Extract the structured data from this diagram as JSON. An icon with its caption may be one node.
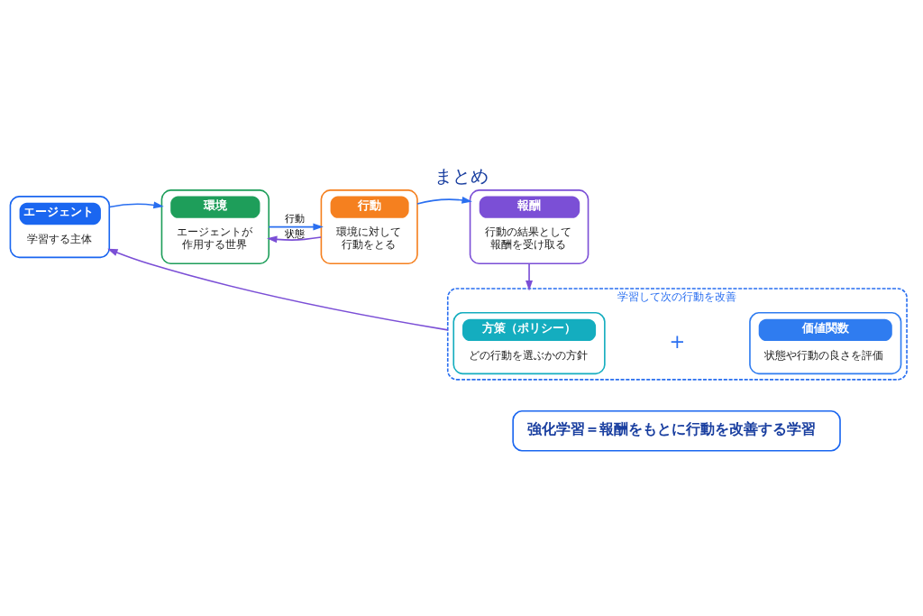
{
  "diagram": {
    "title": "まとめ",
    "nodes": [
      {
        "text": [
          "エージェント",
          "学習する主体"
        ]
      },
      {
        "text": [
          "環境",
          "エージェントが作用する世界"
        ]
      },
      {
        "text": [
          "行動",
          "環境に対して行動をとる"
        ]
      },
      {
        "text": [
          "報酬",
          "行動の結果として報酬を受け取る"
        ]
      },
      {
        "text": [
          "学習して次の行動を改善"
        ]
      },
      {
        "text": [
          "方策（ポリシー）",
          "どの行動を選ぶかの方針"
        ],
        "in": 4
      },
      {
        "text": [
          "価値関数",
          "状態や行動の良さを評価"
        ],
        "in": 4
      },
      {
        "text": [
          "強化学習＝報酬をもとに行動を改善する学習"
        ]
      }
    ],
    "edges": [
      {
        "from": 0,
        "to": 1,
        "arrow": "to",
        "color": "#2a6ff0"
      },
      {
        "from": 1,
        "to": 2,
        "arrow": "to",
        "label": "行動",
        "color": "#2a6ff0"
      },
      {
        "from": 2,
        "to": 1,
        "arrow": "to",
        "label": "状態",
        "color": "#7b4fd6"
      },
      {
        "from": 2,
        "to": 3,
        "arrow": "to",
        "color": "#2a6ff0"
      },
      {
        "from": 3,
        "to": 4,
        "arrow": "to",
        "color": "#7b4fd6"
      },
      {
        "from": 4,
        "to": 0,
        "arrow": "to",
        "color": "#7b4fd6"
      }
    ],
    "labels": [
      "+"
    ]
  }
}
